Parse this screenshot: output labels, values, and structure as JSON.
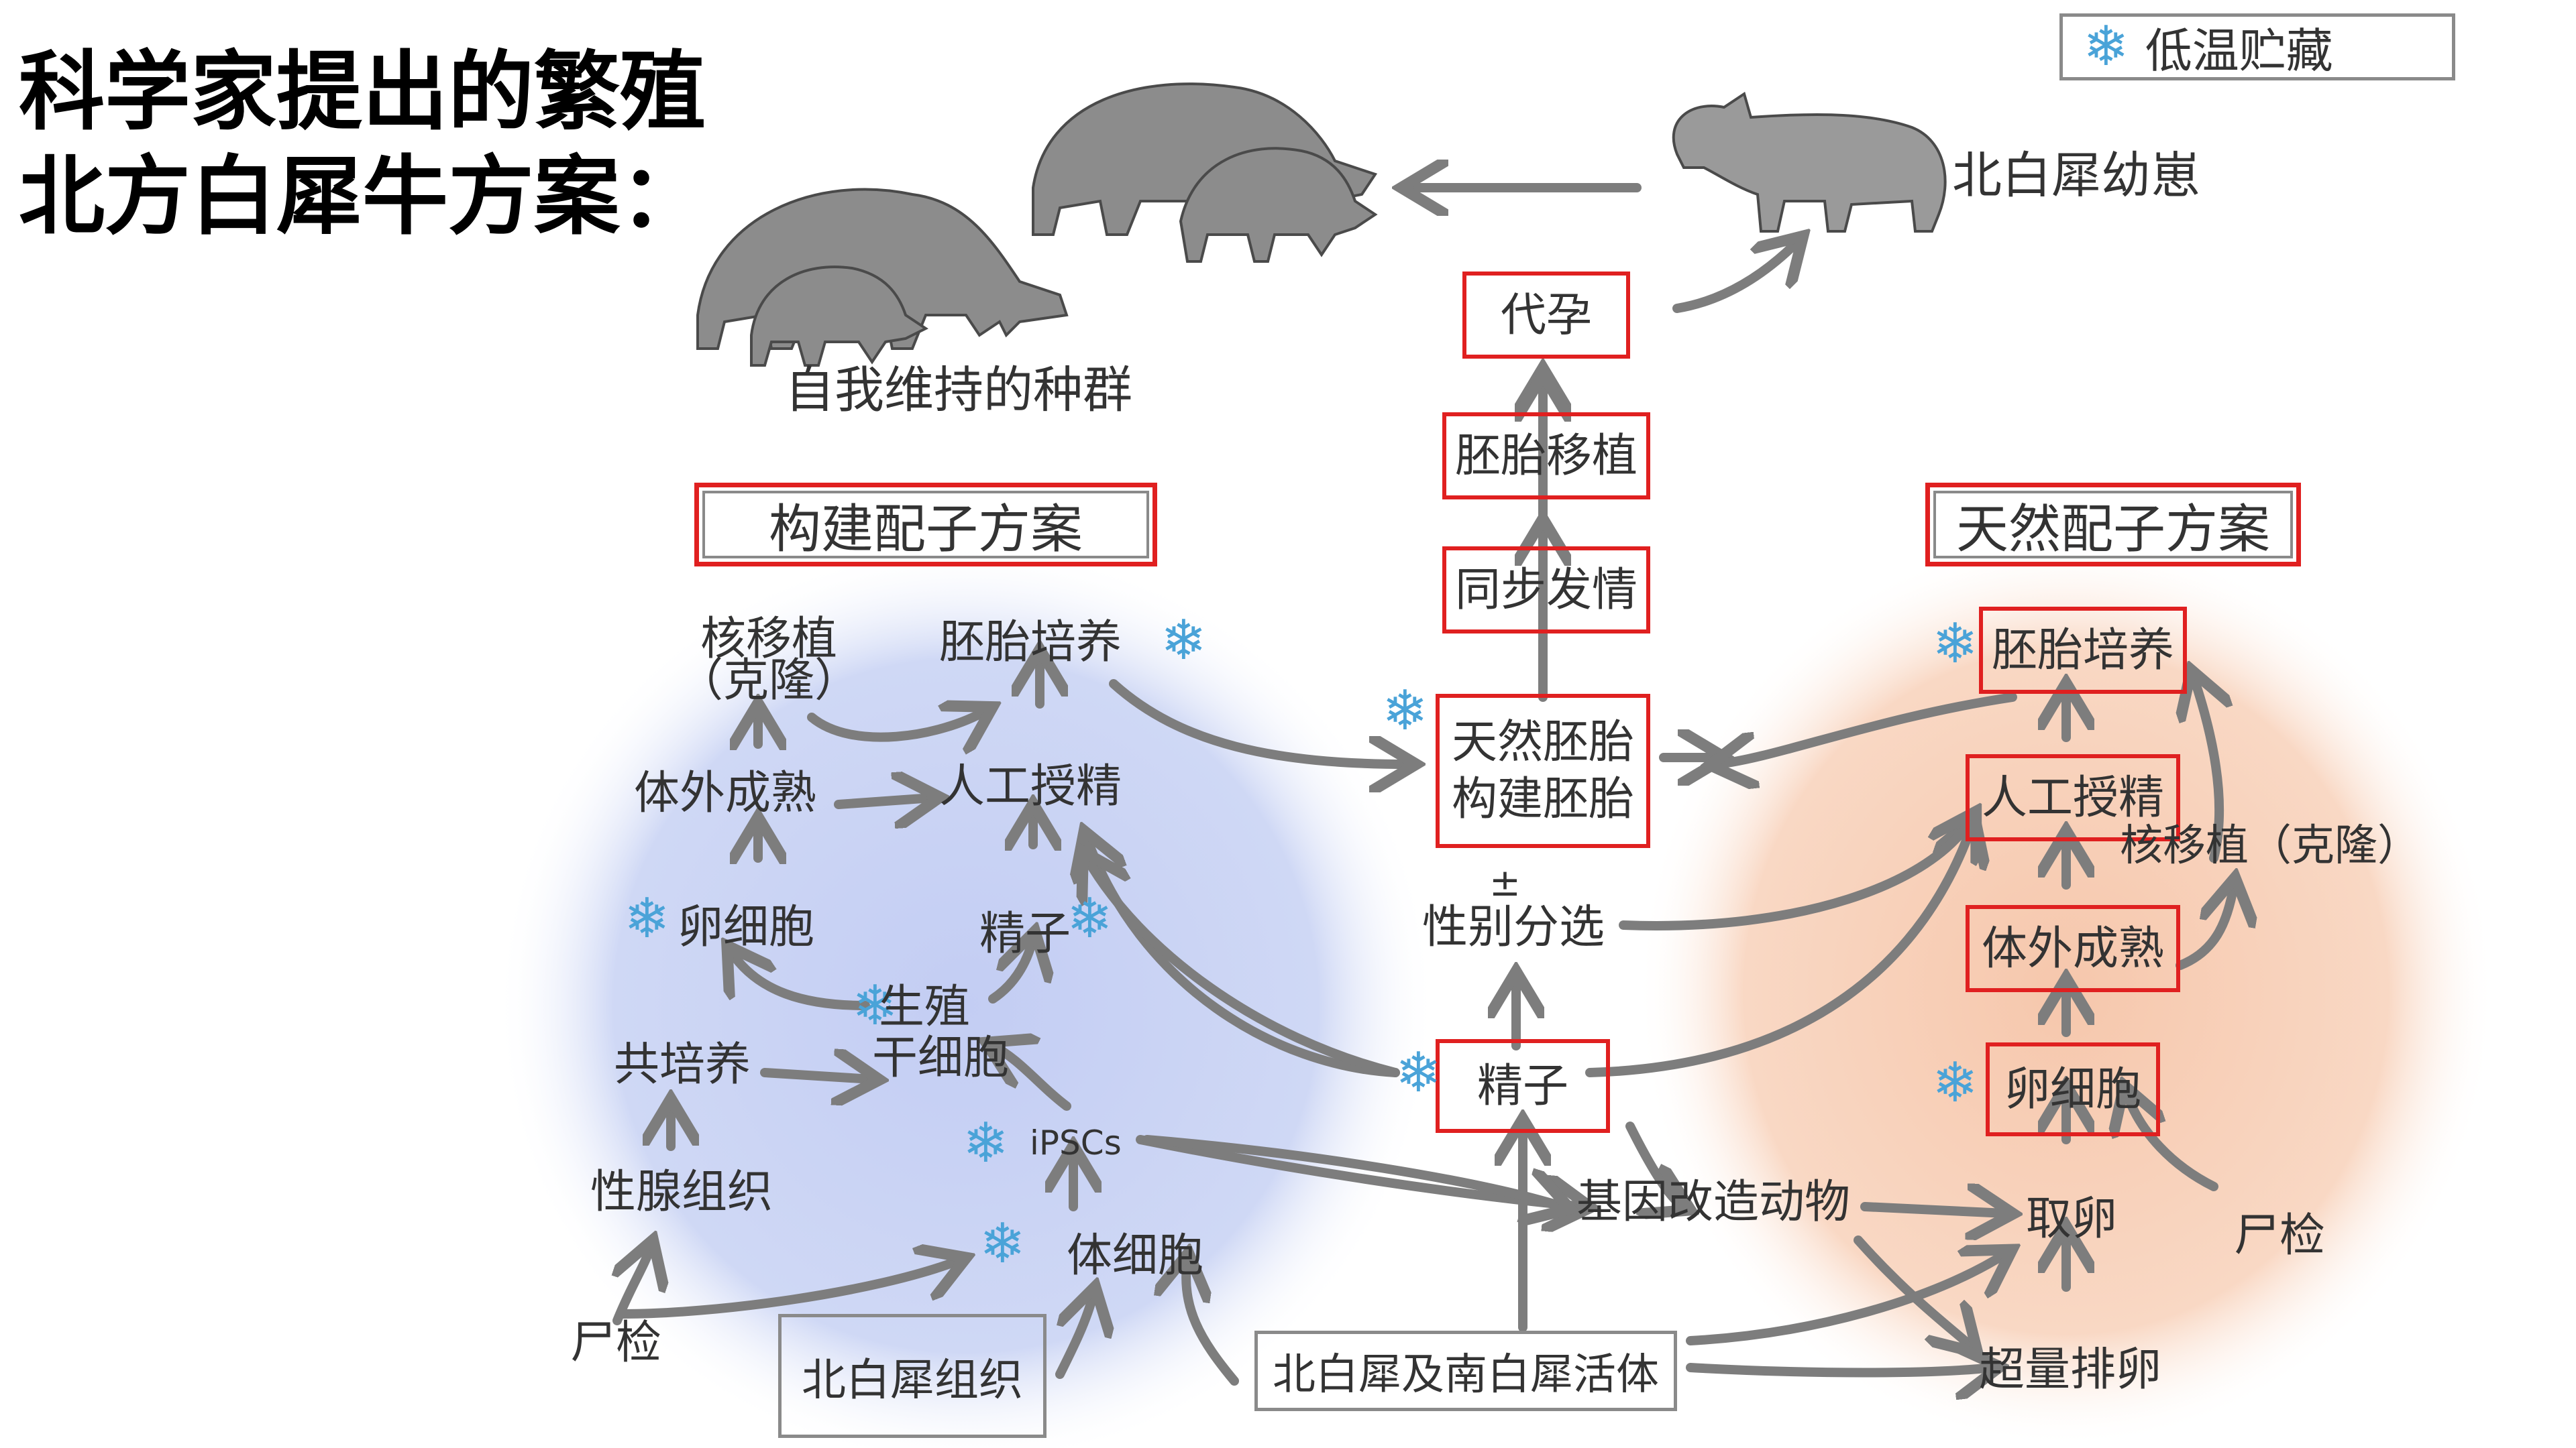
{
  "title": {
    "line1": "科学家提出的繁殖",
    "line2": "北方白犀牛方案："
  },
  "legend": {
    "icon": "snowflake-icon",
    "label": "低温贮藏"
  },
  "top": {
    "population": "自我维持的种群",
    "calf": "北白犀幼崽"
  },
  "center": {
    "surrogacy": "代孕",
    "embryo_transfer": "胚胎移植",
    "sync_estrus": "同步发情",
    "embryo_line1": "天然胚胎",
    "embryo_line2": "构建胚胎",
    "plusminus": "±",
    "sex_sorting": "性别分选",
    "sperm": "精子",
    "gm_animal": "基因改造动物",
    "live_rhinos": "北白犀及南白犀活体"
  },
  "left": {
    "heading": "构建配子方案",
    "nt_line1": "核移植",
    "nt_line2": "（克隆）",
    "embryo_culture": "胚胎培养",
    "ivm": "体外成熟",
    "ivf": "人工授精",
    "oocyte": "卵细胞",
    "sperm": "精子",
    "germ_line1": "生殖",
    "germ_line2": "干细胞",
    "coculture": "共培养",
    "ipscs": "iPSCs",
    "gonad": "性腺组织",
    "somatic": "体细胞",
    "necropsy": "尸检",
    "tissue": "北白犀组织"
  },
  "right": {
    "heading": "天然配子方案",
    "embryo_culture": "胚胎培养",
    "ivf": "人工授精",
    "nt": "核移植（克隆）",
    "ivm": "体外成熟",
    "oocyte": "卵细胞",
    "egg_collect": "取卵",
    "necropsy": "尸检",
    "superovulation": "超量排卵"
  },
  "colors": {
    "left_region": "#c9d3f2",
    "right_region": "#f8d3bd",
    "arrow": "#7d7d7d",
    "highlight_box": "#e02020",
    "snowflake": "#4aa3d8"
  }
}
